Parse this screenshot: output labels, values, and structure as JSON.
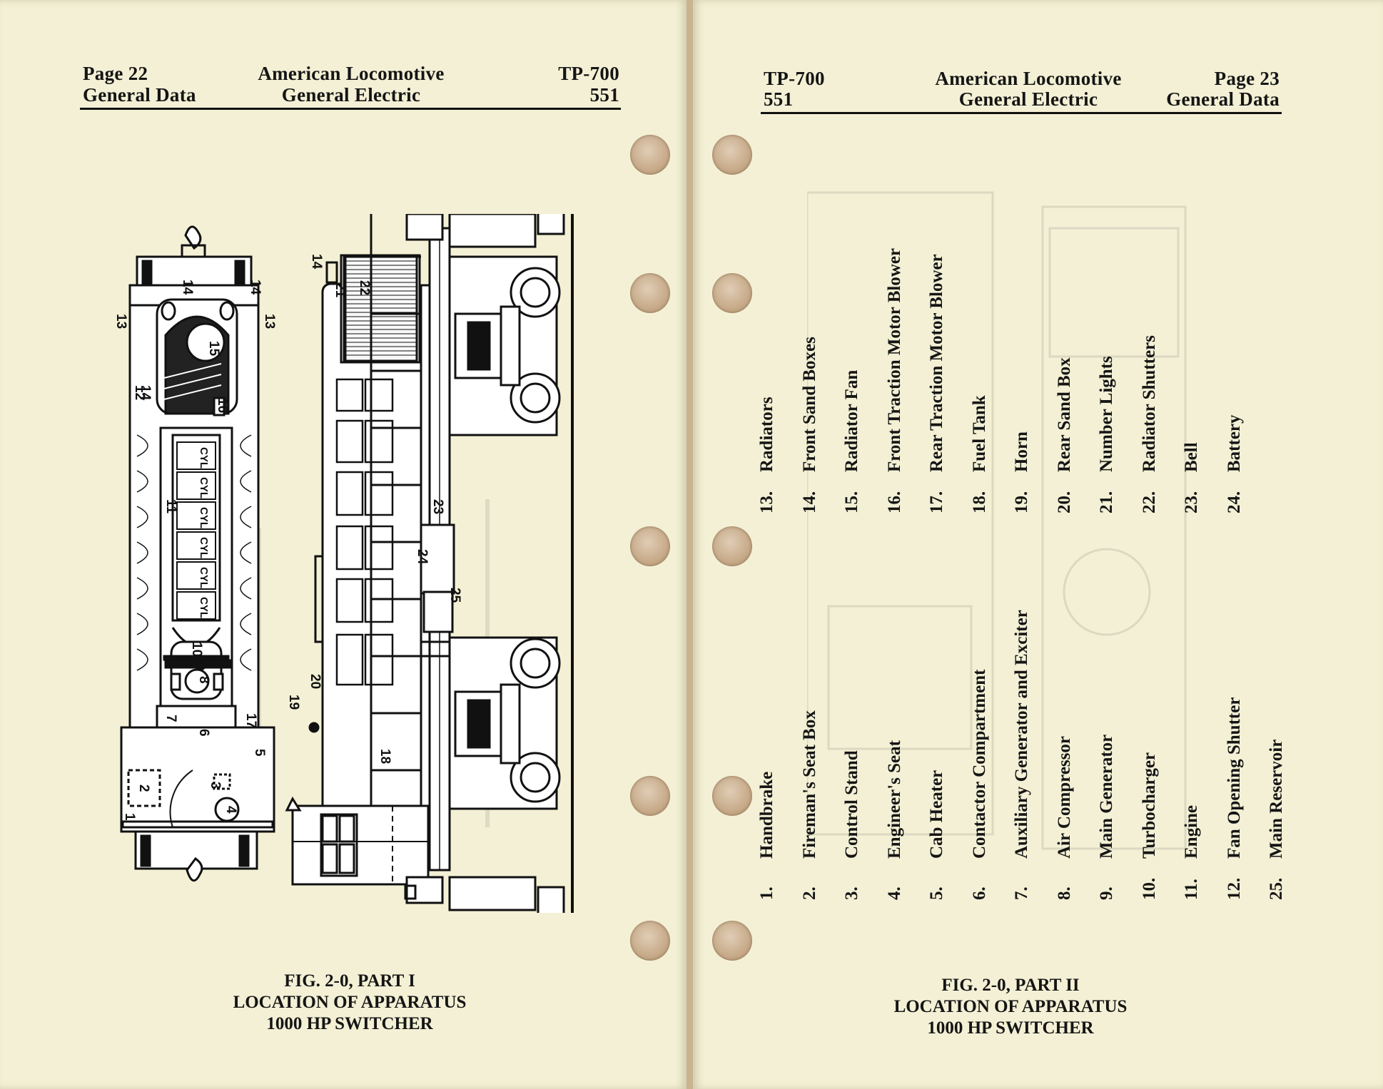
{
  "left_page": {
    "header": {
      "page_number": "Page 22",
      "section": "General Data",
      "company_line1": "American Locomotive",
      "company_line2": "General Electric",
      "doc_code": "TP-700",
      "doc_sub": "551"
    },
    "figure": {
      "top_view_callouts": [
        "14",
        "14",
        "13",
        "13",
        "12",
        "15",
        "16",
        "11",
        "10",
        "9",
        "8",
        "7",
        "6",
        "17",
        "5",
        "3",
        "2",
        "1",
        "4"
      ],
      "cylinder_label": "CYL",
      "side_view_callouts": [
        "14",
        "21",
        "22",
        "23",
        "24",
        "25",
        "20",
        "19",
        "18"
      ]
    },
    "caption": {
      "line1": "FIG. 2-0,  PART I",
      "line2": "LOCATION OF APPARATUS",
      "line3": "1000 HP SWITCHER"
    }
  },
  "right_page": {
    "header": {
      "doc_code": "TP-700",
      "doc_sub": "551",
      "company_line1": "American Locomotive",
      "company_line2": "General Electric",
      "page_number": "Page 23",
      "section": "General Data"
    },
    "apparatus_list": [
      {
        "num": "1.",
        "name": "Handbrake"
      },
      {
        "num": "2.",
        "name": "Fireman's Seat Box"
      },
      {
        "num": "3.",
        "name": "Control Stand"
      },
      {
        "num": "4.",
        "name": "Engineer's Seat"
      },
      {
        "num": "5.",
        "name": "Cab Heater"
      },
      {
        "num": "6.",
        "name": "Contactor Compartment"
      },
      {
        "num": "7.",
        "name": "Auxiliary Generator and Exciter"
      },
      {
        "num": "8.",
        "name": "Air Compressor"
      },
      {
        "num": "9.",
        "name": "Main Generator"
      },
      {
        "num": "10.",
        "name": "Turbocharger"
      },
      {
        "num": "11.",
        "name": "Engine"
      },
      {
        "num": "12.",
        "name": "Fan Opening Shutter"
      },
      {
        "num": "13.",
        "name": "Radiators"
      },
      {
        "num": "14.",
        "name": "Front Sand Boxes"
      },
      {
        "num": "15.",
        "name": "Radiator Fan"
      },
      {
        "num": "16.",
        "name": "Front Traction Motor Blower"
      },
      {
        "num": "17.",
        "name": "Rear Traction Motor Blower"
      },
      {
        "num": "18.",
        "name": "Fuel Tank"
      },
      {
        "num": "19.",
        "name": "Horn"
      },
      {
        "num": "20.",
        "name": "Rear Sand Box"
      },
      {
        "num": "21.",
        "name": "Number Lights"
      },
      {
        "num": "22.",
        "name": "Radiator Shutters"
      },
      {
        "num": "23.",
        "name": "Bell"
      },
      {
        "num": "24.",
        "name": "Battery"
      },
      {
        "num": "25.",
        "name": "Main Reservoir"
      }
    ],
    "caption": {
      "line1": "FIG. 2-0,  PART II",
      "line2": "LOCATION OF APPARATUS",
      "line3": "1000 HP SWITCHER"
    }
  }
}
